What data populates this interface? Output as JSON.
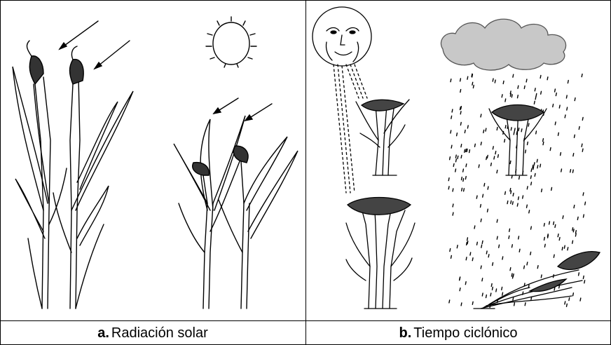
{
  "panels": [
    {
      "letter": "a.",
      "caption": "Radiación solar",
      "illustration": "rice-plants-under-sun"
    },
    {
      "letter": "b.",
      "caption": "Tiempo ciclónico",
      "illustration": "rice-plants-cloudy-rain-lodging"
    }
  ],
  "colors": {
    "line": "#000000",
    "cloud": "#c8c8c8",
    "background": "#ffffff"
  }
}
